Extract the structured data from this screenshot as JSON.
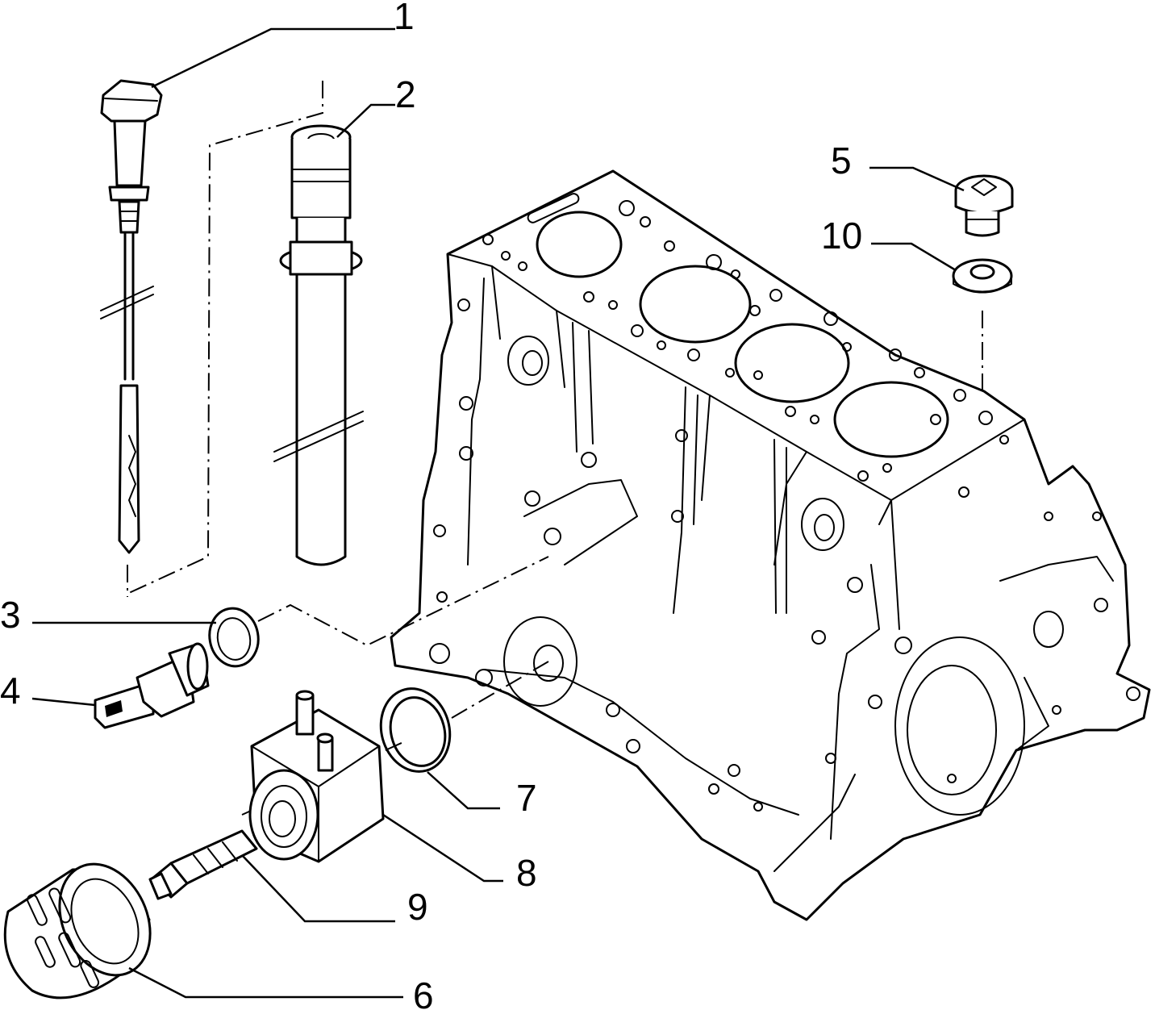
{
  "callouts": [
    {
      "id": "1",
      "part": "dipstick"
    },
    {
      "id": "2",
      "part": "dipstick-guide-tube"
    },
    {
      "id": "3",
      "part": "sealing-ring"
    },
    {
      "id": "4",
      "part": "oil-pressure-sender"
    },
    {
      "id": "5",
      "part": "drain-plug"
    },
    {
      "id": "10",
      "part": "drain-plug-washer"
    },
    {
      "id": "7",
      "part": "o-ring"
    },
    {
      "id": "8",
      "part": "oil-cooler"
    },
    {
      "id": "9",
      "part": "threaded-union"
    },
    {
      "id": "6",
      "part": "oil-filter"
    }
  ]
}
